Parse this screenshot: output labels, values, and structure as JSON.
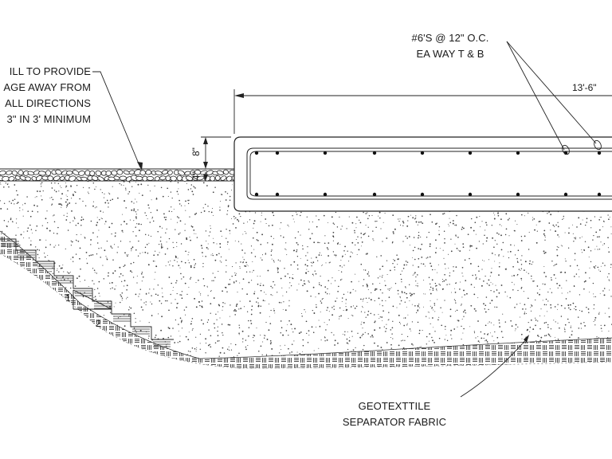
{
  "notes": {
    "drainage": [
      "ILL TO PROVIDE",
      "AGE AWAY FROM",
      "ALL DIRECTIONS",
      "3\" IN 3' MINIMUM"
    ],
    "rebar": [
      "#6'S @ 12\" O.C.",
      "EA WAY T & B"
    ],
    "geotextile": [
      "GEOTEXTTILE",
      "SEPARATOR FABRIC"
    ]
  },
  "dimensions": {
    "slab_length": "13'-6\"",
    "slab_thickness": "8\"",
    "gravel_depth": "4\""
  },
  "slope_ratio": {
    "rise": "1",
    "run": "2"
  },
  "colors": {
    "line": "#1a1a1a",
    "background": "#ffffff"
  }
}
